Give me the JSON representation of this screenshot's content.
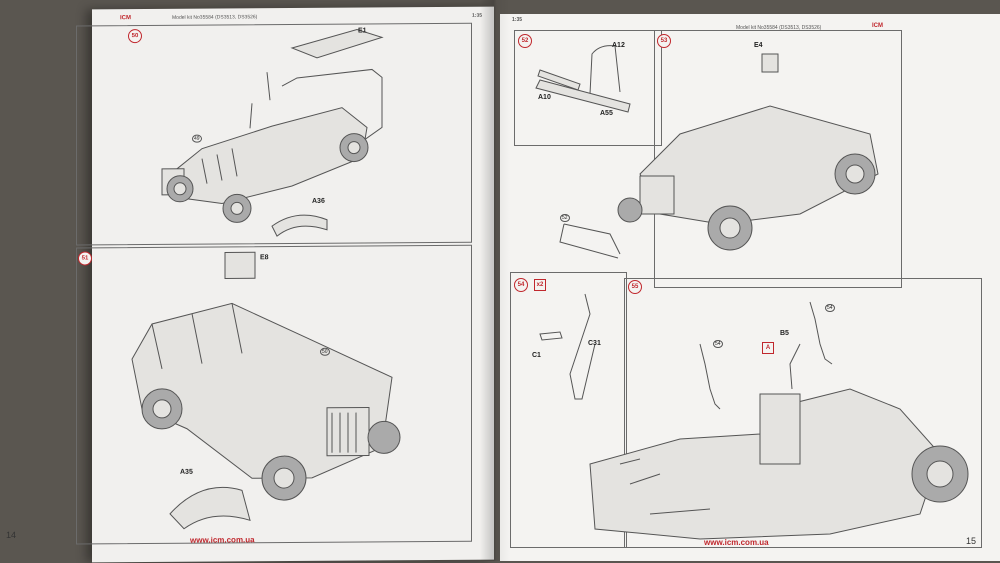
{
  "header": {
    "left_model": "Model kit No35584 (DS3513, DS3526)",
    "left_scale": "1:35",
    "right_scale": "1:35",
    "right_model": "Model kit No35584 (DS3513, DS3526)",
    "brand": "ICM"
  },
  "steps": {
    "s50": "50",
    "s51": "51",
    "s52": "52",
    "s53": "53",
    "s54": "54",
    "s55": "55"
  },
  "parts": {
    "e1": "E1",
    "a36": "A36",
    "n49": "49",
    "e8": "E8",
    "a35": "A35",
    "n50": "50",
    "a12": "A12",
    "a10": "A10",
    "a55": "A55",
    "e4": "E4",
    "n52": "52",
    "x2": "x2",
    "c31": "C31",
    "c1": "C1",
    "b5": "B5",
    "ref_a": "A",
    "n54a": "54",
    "n54b": "54"
  },
  "footer": {
    "url_left": "www.icm.com.ua",
    "url_right": "www.icm.com.ua",
    "page_left": "14",
    "page_right": "15"
  },
  "colors": {
    "accent": "#c0272d",
    "paper": "#f1f0ee"
  }
}
